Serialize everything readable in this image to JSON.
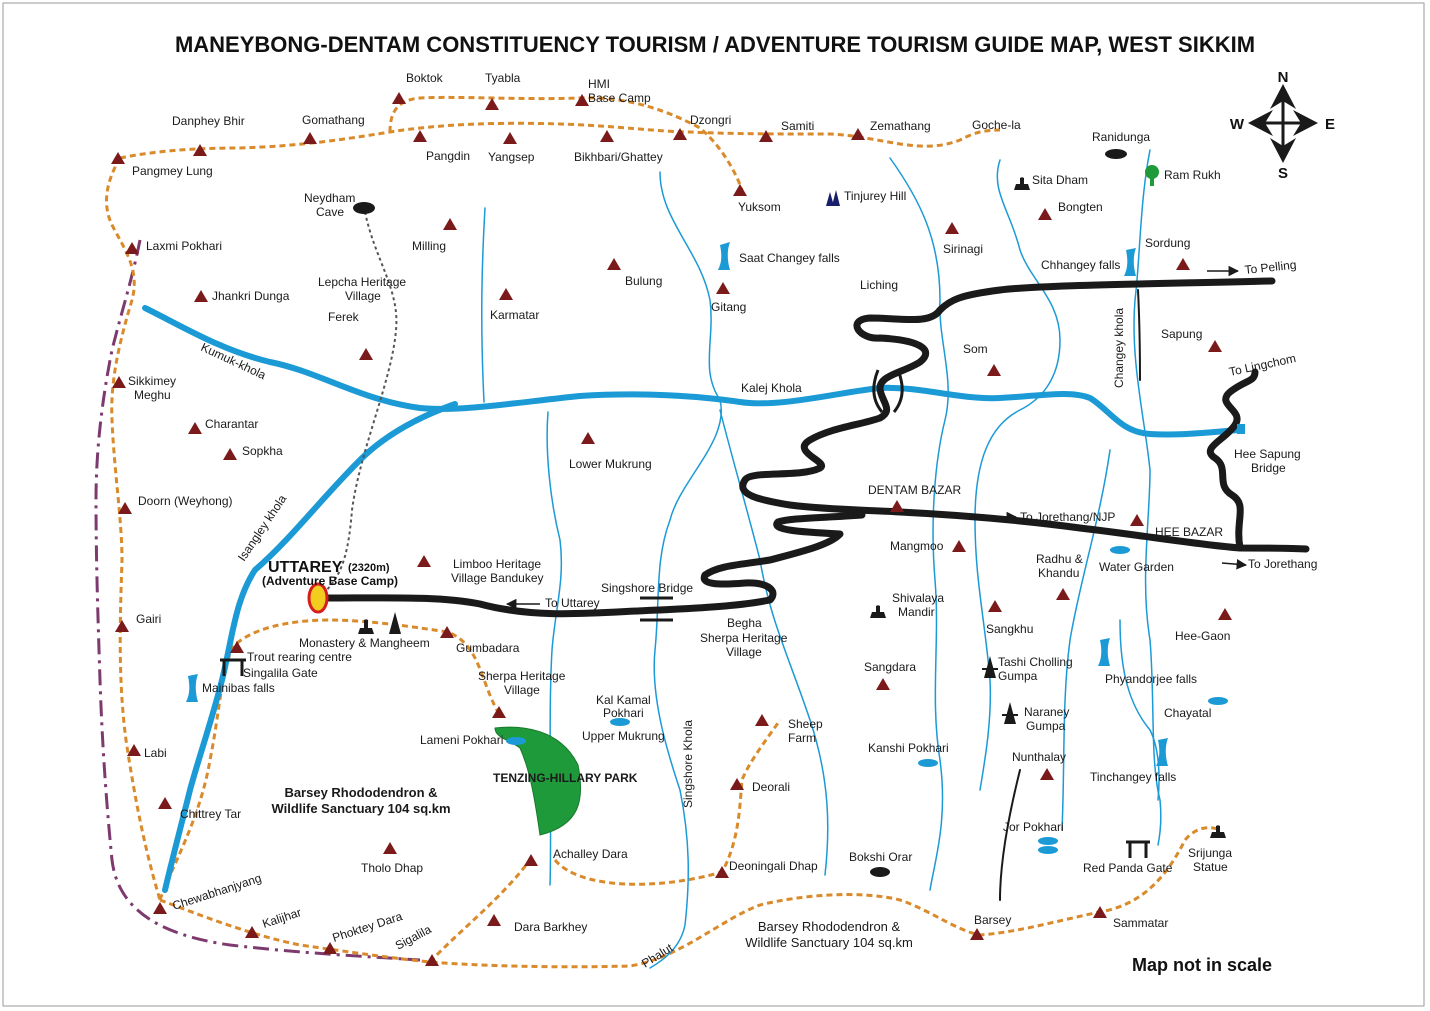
{
  "title": "MANEYBONG-DENTAM CONSTITUENCY TOURISM / ADVENTURE TOURISM GUIDE MAP, WEST SIKKIM",
  "note": "Map not in scale",
  "compass": {
    "n": "N",
    "s": "S",
    "e": "E",
    "w": "W"
  },
  "colors": {
    "river": "#1b9ad6",
    "road": "#1a1a1a",
    "trek": "#d98a2b",
    "boundary": "#7d3a6e",
    "peak": "#7a1a1a",
    "park": "#1f9a3a"
  },
  "base_camp": {
    "name": "UTTAREY",
    "elevation": "(2320m)",
    "subtitle": "(Adventure Base Camp)"
  },
  "park": {
    "name": "TENZING-HILLARY PARK"
  },
  "sanctuary": {
    "west": [
      "Barsey Rhododendron &",
      "Wildlife Sanctuary 104 sq.km"
    ],
    "south": [
      "Barsey Rhododendron &",
      "Wildlife Sanctuary 104 sq.km"
    ]
  },
  "rivers": {
    "kumuk": "Kumuk-khola",
    "kalej": "Kalej Khola",
    "isangley": "Isangley khola",
    "changey": "Changey khola",
    "singshore": "Singshore Khola"
  },
  "road_labels": {
    "to_pelling": "To Pelling",
    "to_lingchom": "To Lingchom",
    "to_jorethang_njp": "To Jorethang/NJP",
    "to_jorethang": "To Jorethang",
    "to_uttarey": "To Uttarey"
  },
  "labels": {
    "boktok": "Boktok",
    "tyabla": "Tyabla",
    "hmi1": "HMI",
    "hmi2": "Base Camp",
    "danphey_bhir": "Danphey Bhir",
    "gomathang": "Gomathang",
    "dzongri": "Dzongri",
    "samiti": "Samiti",
    "zemathang": "Zemathang",
    "goche_la": "Goche-la",
    "pangdin": "Pangdin",
    "yangsep": "Yangsep",
    "bikhbari": "Bikhbari/Ghattey",
    "pangmey_lung": "Pangmey Lung",
    "ranidunga": "Ranidunga",
    "neydham1": "Neydham",
    "neydham2": "Cave",
    "yuksom": "Yuksom",
    "tinjurey_hill": "Tinjurey Hill",
    "sita_dham": "Sita Dham",
    "ram_rukh": "Ram Rukh",
    "bongten": "Bongten",
    "laxmi_pokhari": "Laxmi Pokhari",
    "milling": "Milling",
    "sirinagi": "Sirinagi",
    "sordung": "Sordung",
    "saat_changey": "Saat Changey falls",
    "chhangey_falls": "Chhangey falls",
    "bulung": "Bulung",
    "lepcha1": "Lepcha Heritage",
    "lepcha2": "Village",
    "jhankri_dunga": "Jhankri Dunga",
    "liching": "Liching",
    "ferek": "Ferek",
    "karmatar": "Karmatar",
    "gitang": "Gitang",
    "sapung": "Sapung",
    "som": "Som",
    "sikkimey1": "Sikkimey",
    "sikkimey2": "Meghu",
    "charantar": "Charantar",
    "sopkha": "Sopkha",
    "lower_mukrung": "Lower Mukrung",
    "hee_sapung1": "Hee Sapung",
    "hee_sapung2": "Bridge",
    "doorn": "Doorn (Weyhong)",
    "dentam_bazar": "DENTAM BAZAR",
    "hee_bazar": "HEE BAZAR",
    "mangmoo": "Mangmoo",
    "limboo1": "Limboo Heritage",
    "limboo2": "Village Bandukey",
    "radhu1": "Radhu &",
    "radhu2": "Khandu",
    "water_garden": "Water Garden",
    "singshore_bridge": "Singshore Bridge",
    "gairi": "Gairi",
    "shivalaya1": "Shivalaya",
    "shivalaya2": "Mandir",
    "begha": "Begha",
    "sherpa_begha1": "Sherpa Heritage",
    "sherpa_begha2": "Village",
    "monastery": "Monastery & Mangheem",
    "gumbadara": "Gumbadara",
    "sangkhu": "Sangkhu",
    "hee_gaon": "Hee-Gaon",
    "trout": "Trout rearing centre",
    "singalila_gate": "Singalila Gate",
    "mainibas": "Mainibas falls",
    "sherpa_heritage1": "Sherpa Heritage",
    "sherpa_heritage2": "Village",
    "sangdara": "Sangdara",
    "tashi1": "Tashi Cholling",
    "tashi2": "Gumpa",
    "phyandorjee": "Phyandorjee falls",
    "kal_kamal1": "Kal Kamal",
    "kal_kamal2": "Pokhari",
    "chayatal": "Chayatal",
    "sheep1": "Sheep",
    "sheep2": "Farm",
    "naraney1": "Naraney",
    "naraney2": "Gumpa",
    "lameni": "Lameni Pokhari",
    "upper_mukrung": "Upper Mukrung",
    "kanshi": "Kanshi Pokhari",
    "nunthalay": "Nunthalay",
    "labi": "Labi",
    "tinchangey": "Tinchangey falls",
    "deorali": "Deorali",
    "chittrey_tar": "Chittrey Tar",
    "jor_pokhari": "Jor Pokhari",
    "achalley_dara": "Achalley Dara",
    "srijunga1": "Srijunga",
    "srijunga2": "Statue",
    "tholo_dhap": "Tholo Dhap",
    "bokshi_orar": "Bokshi Orar",
    "deoningali": "Deoningali Dhap",
    "red_panda": "Red Panda Gate",
    "chewabhanjyang": "Chewabhanjyang",
    "kalijhar": "Kalijhar",
    "phoktey_dara": "Phoktey Dara",
    "sigalila": "Sigalila",
    "dara_barkhey": "Dara Barkhey",
    "barsey": "Barsey",
    "sammatar": "Sammatar",
    "phalut": "Phalut"
  }
}
